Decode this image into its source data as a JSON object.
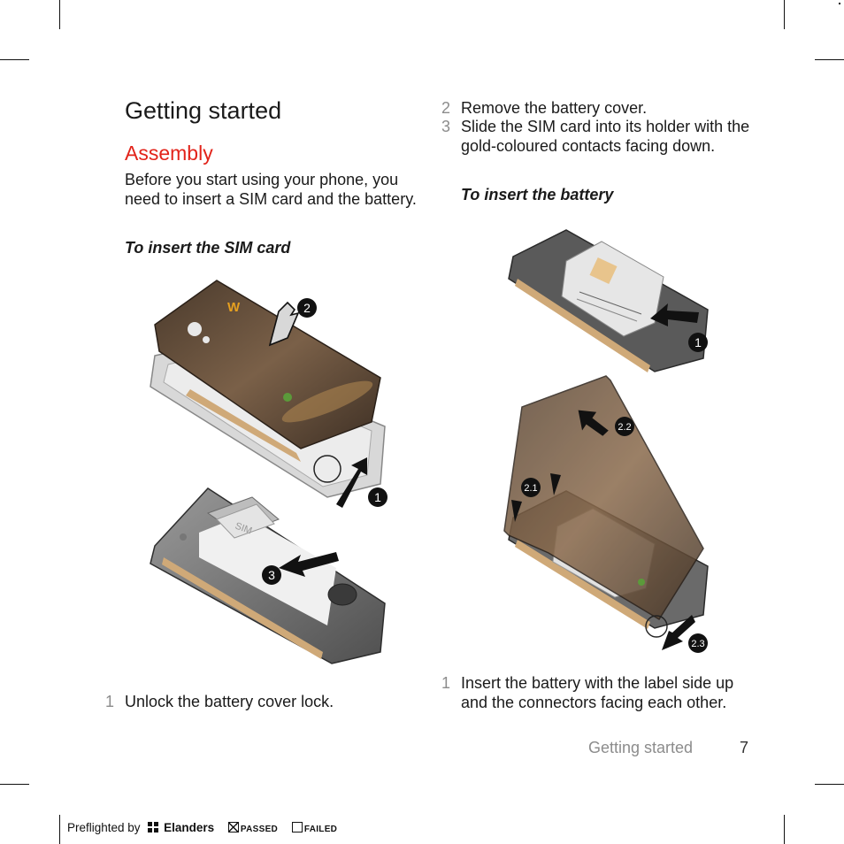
{
  "heading": "Getting started",
  "subheading": "Assembly",
  "intro": "Before you start using your phone, you need to insert a SIM card and the battery.",
  "sim_section_title": "To insert the SIM card",
  "battery_section_title": "To insert the battery",
  "figure_sim": {
    "callouts": [
      "2",
      "1",
      "3"
    ],
    "card_label": "SIM"
  },
  "figure_battery": {
    "callouts": [
      "1",
      "2.2",
      "2.1",
      "2.3"
    ]
  },
  "steps_left": [
    {
      "num": "1",
      "text": "Unlock the battery cover lock."
    }
  ],
  "steps_right_top": [
    {
      "num": "2",
      "text": "Remove the battery cover."
    },
    {
      "num": "3",
      "text": "Slide the SIM card into its holder with the gold-coloured contacts facing down."
    }
  ],
  "steps_right_bottom": [
    {
      "num": "1",
      "text": "Insert the battery with the label side up and the connectors facing each other."
    }
  ],
  "footer": {
    "section": "Getting started",
    "page": "7"
  },
  "preflight": {
    "prefix": "Preflighted by",
    "brand": "Elanders",
    "passed": "PASSED",
    "failed": "FAILED"
  },
  "colors": {
    "accent_red": "#e2231a",
    "cover_brown": "#6b5440",
    "step_number_grey": "#8c8c8c"
  }
}
